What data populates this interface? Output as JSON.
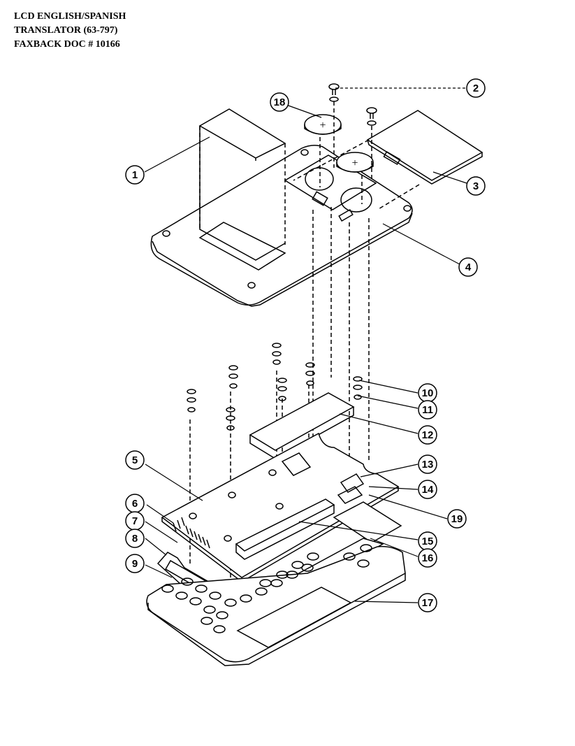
{
  "header": {
    "line1": "LCD ENGLISH/SPANISH",
    "line2": "TRANSLATOR (63-797)",
    "line3": "FAXBACK DOC # 10166"
  },
  "callouts": [
    {
      "id": "1",
      "label": "1"
    },
    {
      "id": "2",
      "label": "2"
    },
    {
      "id": "3",
      "label": "3"
    },
    {
      "id": "4",
      "label": "4"
    },
    {
      "id": "5",
      "label": "5"
    },
    {
      "id": "6",
      "label": "6"
    },
    {
      "id": "7",
      "label": "7"
    },
    {
      "id": "8",
      "label": "8"
    },
    {
      "id": "9",
      "label": "9"
    },
    {
      "id": "10",
      "label": "10"
    },
    {
      "id": "11",
      "label": "11"
    },
    {
      "id": "12",
      "label": "12"
    },
    {
      "id": "13",
      "label": "13"
    },
    {
      "id": "14",
      "label": "14"
    },
    {
      "id": "15",
      "label": "15"
    },
    {
      "id": "16",
      "label": "16"
    },
    {
      "id": "17",
      "label": "17"
    },
    {
      "id": "18",
      "label": "18"
    },
    {
      "id": "19",
      "label": "19"
    }
  ]
}
